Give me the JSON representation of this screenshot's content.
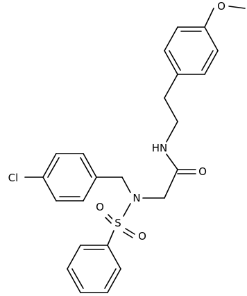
{
  "diagram": {
    "type": "chemical-structure",
    "atom_labels": {
      "methoxy_o": "O",
      "amide_nh": "HN",
      "carbonyl_o": "O",
      "chlorine": "Cl",
      "sulfonamide_n": "N",
      "sulfur": "S",
      "sulfonyl_o_left": "O",
      "sulfonyl_o_right": "O"
    }
  }
}
